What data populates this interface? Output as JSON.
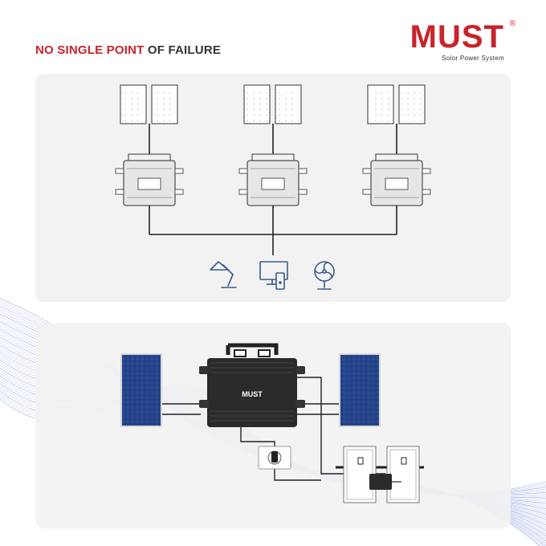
{
  "header": {
    "title_highlight": "NO SINGLE POINT",
    "title_rest": "OF FAILURE"
  },
  "logo": {
    "word": "MUST",
    "registered": "®",
    "tagline": "Solor Power System"
  },
  "device_label": "MUST",
  "icons": [
    "desk-lamp-icon",
    "tv-icon",
    "fan-icon"
  ],
  "colors": {
    "brand_red": "#c8242b",
    "panel_bg": "#f2f2f2",
    "solar_blue": "#1f3a7a",
    "inverter_dark": "#2b2b2b"
  }
}
